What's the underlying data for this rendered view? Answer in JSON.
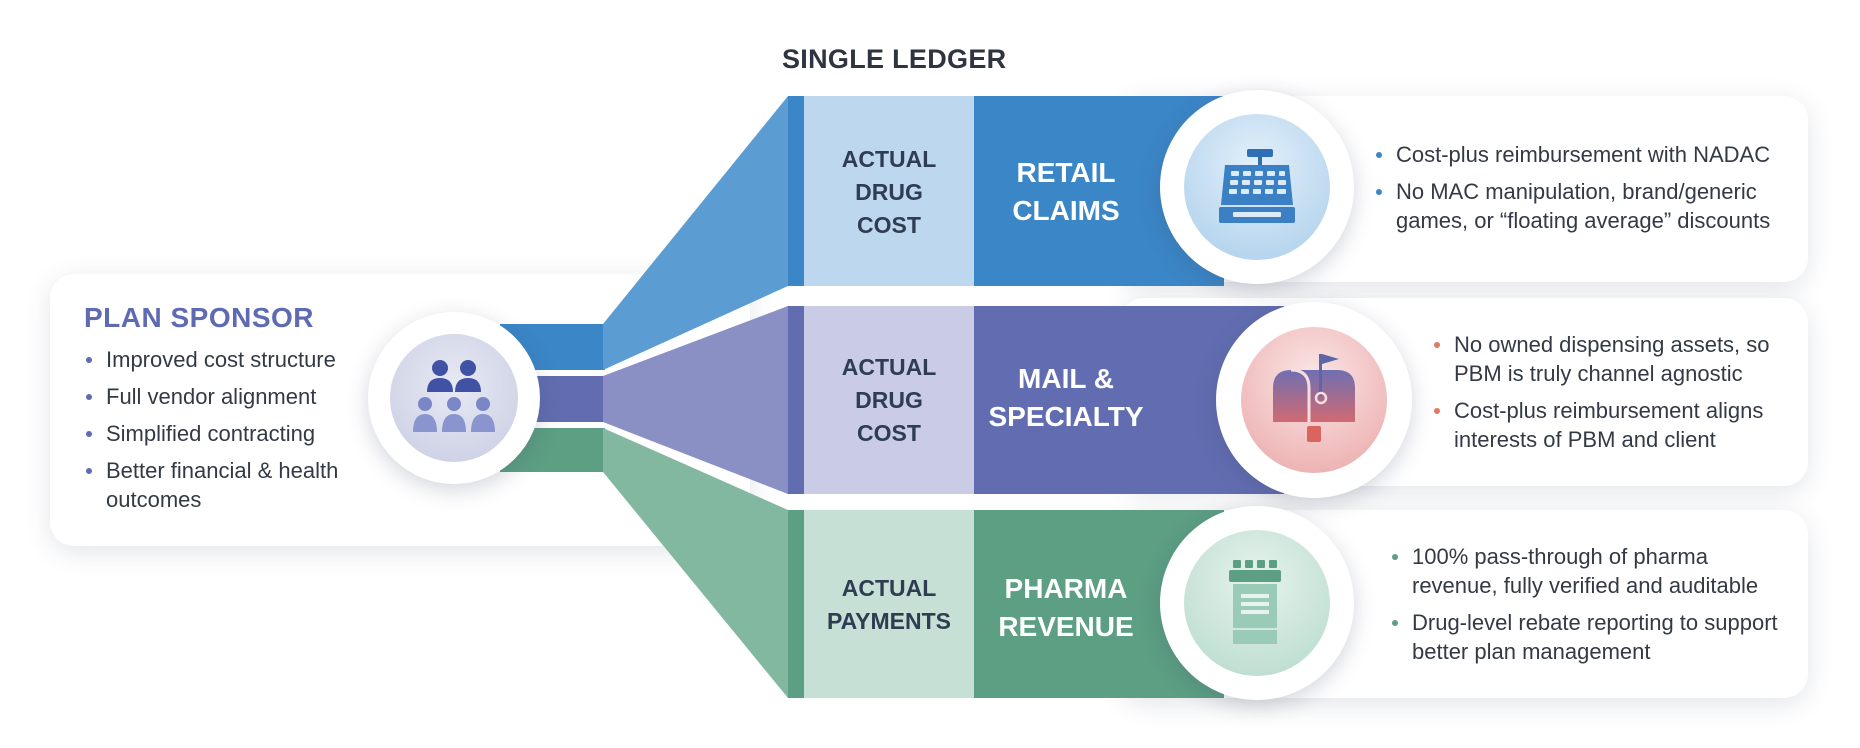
{
  "title": "SINGLE LEDGER",
  "sponsor": {
    "heading": "PLAN SPONSOR",
    "bullets": [
      "Improved cost structure",
      "Full vendor alignment",
      "Simplified contracting",
      "Better financial & health outcomes"
    ],
    "icon": "people-group-icon"
  },
  "rows": [
    {
      "key": "retail",
      "left_label": "ACTUAL DRUG COST",
      "right_label": "RETAIL CLAIMS",
      "icon": "cash-register-icon",
      "colors": {
        "band": "#3b86c7",
        "pale": "#bdd8ee",
        "dot": "#3b86c7"
      },
      "bullets": [
        "Cost-plus reimbursement with NADAC",
        "No MAC manipulation, brand/generic games, or “floating average” discounts"
      ]
    },
    {
      "key": "mail",
      "left_label": "ACTUAL DRUG COST",
      "right_label": "MAIL & SPECIALTY",
      "icon": "mailbox-icon",
      "colors": {
        "band": "#616db0",
        "pale": "#c9cce4",
        "dot": "#e07a5f"
      },
      "bullets": [
        "No owned dispensing assets, so PBM is truly channel agnostic",
        "Cost-plus reimbursement aligns interests of PBM and client"
      ]
    },
    {
      "key": "pharma",
      "left_label": "ACTUAL PAYMENTS",
      "right_label": "PHARMA REVENUE",
      "icon": "pill-bottle-icon",
      "colors": {
        "band": "#5c9f83",
        "pale": "#c7e0d6",
        "dot": "#5c9f83"
      },
      "bullets": [
        "100% pass-through of pharma revenue, fully verified and auditable",
        "Drug-level rebate reporting to support better plan management"
      ]
    }
  ]
}
